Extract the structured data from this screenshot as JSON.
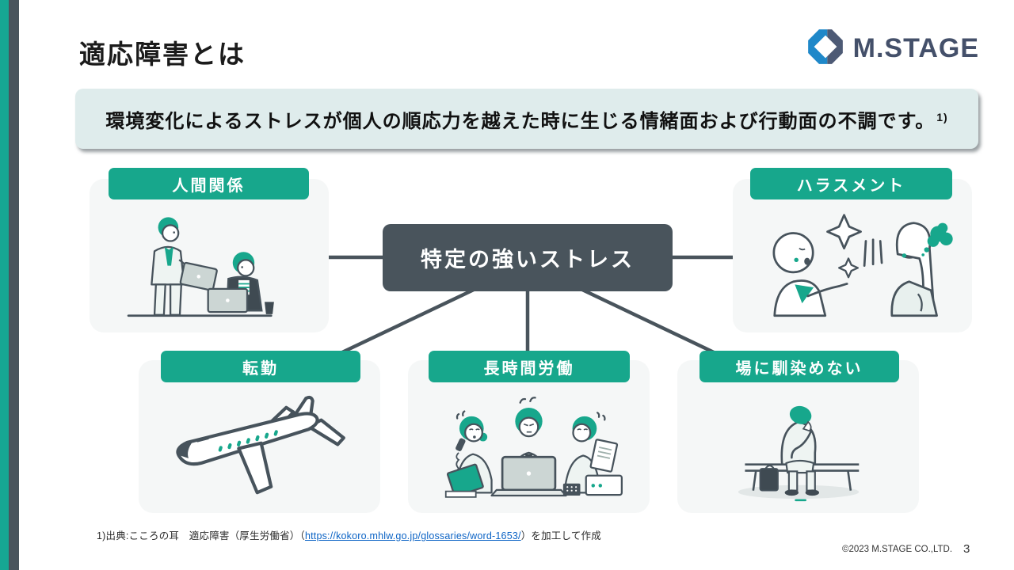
{
  "slide": {
    "title": "適応障害とは",
    "page_number": "3",
    "copyright": "©2023 M.STAGE CO.,LTD."
  },
  "logo": {
    "text": "M.STAGE",
    "mark": "mstage-octagon-icon"
  },
  "definition": {
    "text": "環境変化によるストレスが個人の順応力を越えた時に生じる情緒面および行動面の不調です。",
    "footnote_ref": "1)"
  },
  "diagram": {
    "center_label": "特定の強いストレス",
    "causes": [
      {
        "label": "人間関係",
        "icon": "coworkers-icon"
      },
      {
        "label": "ハラスメント",
        "icon": "harassment-icon"
      },
      {
        "label": "転勤",
        "icon": "airplane-icon"
      },
      {
        "label": "長時間労働",
        "icon": "overtime-icon"
      },
      {
        "label": "場に馴染めない",
        "icon": "lonely-man-icon"
      }
    ]
  },
  "footer": {
    "source_prefix": "1)出典:こころの耳　適応障害（厚生労働省）（",
    "source_link": "https://kokoro.mhlw.go.jp/glossaries/word-1653/",
    "source_suffix": "）を加工して作成"
  },
  "colors": {
    "accent_green": "#17a78c",
    "accent_slate": "#49545c",
    "definition_bg": "#dfecec",
    "card_bg": "#f5f7f7",
    "link_blue": "#0b63c5",
    "logo_blue": "#1f88c9",
    "logo_navy": "#4d5a75"
  }
}
